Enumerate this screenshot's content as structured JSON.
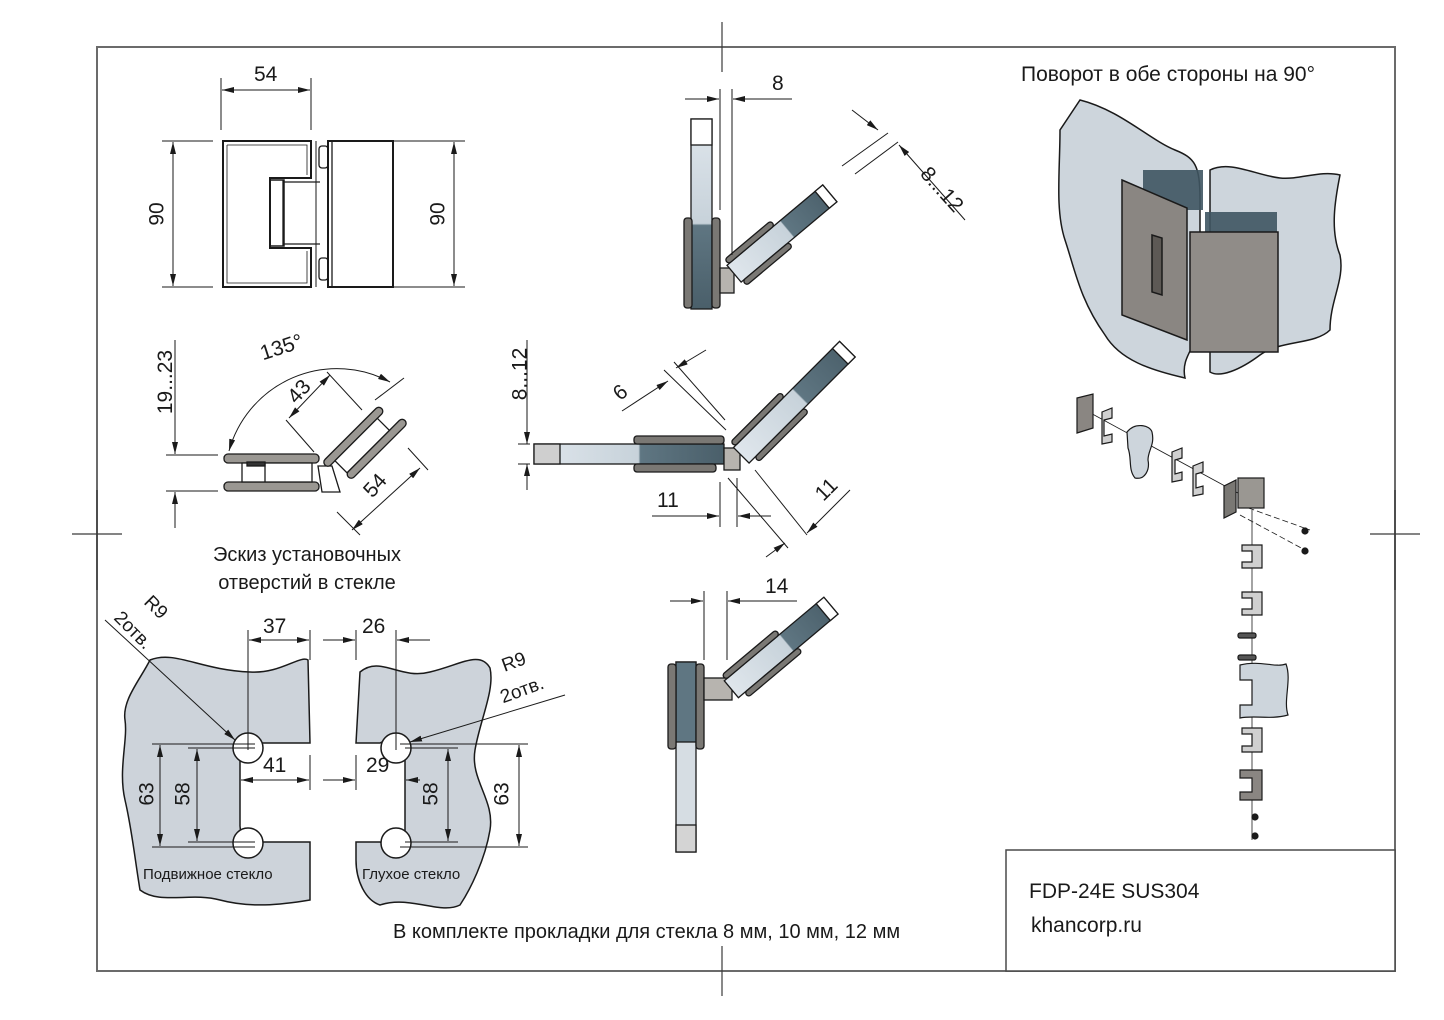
{
  "drawing": {
    "title_block": {
      "model": "FDP-24E SUS304",
      "website": "khancorp.ru"
    },
    "footer_note": "В комплекте прокладки для стекла 8 мм, 10 мм, 12 мм",
    "rotation_caption": "Поворот в обе стороны на 90°",
    "holes_sketch_caption_line1": "Эскиз установочных",
    "holes_sketch_caption_line2": "отверстий в стекле"
  },
  "front_view": {
    "width": "54",
    "height_left": "90",
    "height_right": "90"
  },
  "angle_view": {
    "angle": "135°",
    "plate_offset": "43",
    "plate_length": "54",
    "thickness": "19...23"
  },
  "side_views": {
    "top": {
      "gap": "8",
      "glass_thickness": "8...12"
    },
    "middle": {
      "glass_thickness": "8...12",
      "offset_angled": "6",
      "offset_straight": "11",
      "offset_diag": "11"
    },
    "bottom": {
      "gap": "14"
    }
  },
  "holes_sketch": {
    "movable_glass": {
      "label": "Подвижное стекло",
      "radius": "R9",
      "holes_count": "2отв.",
      "edge_to_hole": "37",
      "cutout_depth": "41",
      "hole_spacing_outer": "63",
      "hole_spacing_inner": "58"
    },
    "fixed_glass": {
      "label": "Глухое стекло",
      "radius": "R9",
      "holes_count": "2отв.",
      "edge_to_hole": "26",
      "cutout_depth": "29",
      "hole_spacing_outer": "63",
      "hole_spacing_inner": "58"
    }
  },
  "colors": {
    "line": "#1a1a1a",
    "frame": "#6b6b6b",
    "glass_fill": "#cdd3da",
    "glass_dark": "#5f7480",
    "metal": "#8e8a86",
    "metal_light": "#b9b5b0"
  }
}
